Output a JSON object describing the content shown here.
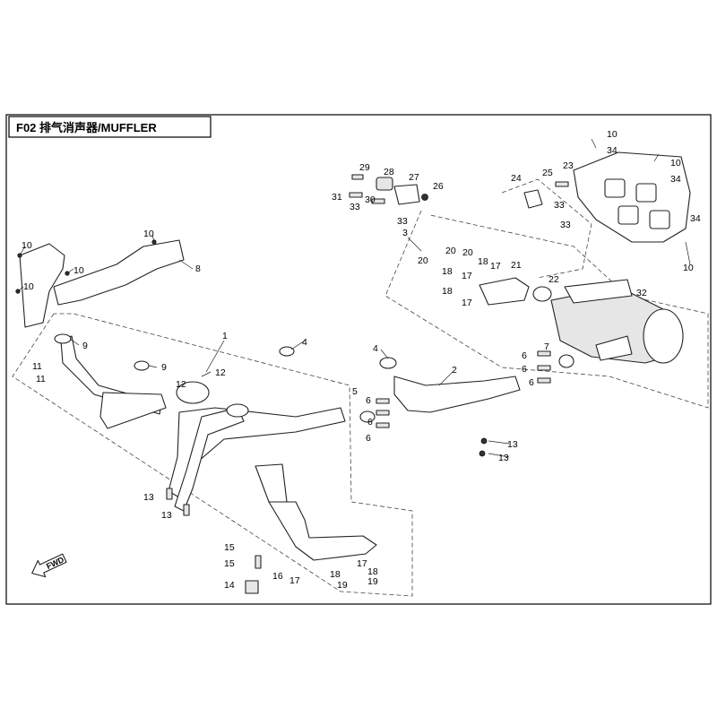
{
  "title": "F02 排气消声器/MUFFLER",
  "fwd_label": "FWD",
  "callouts": {
    "c1": "1",
    "c2": "2",
    "c3": "3",
    "c4a": "4",
    "c4b": "4",
    "c5": "5",
    "c6a": "6",
    "c6b": "6",
    "c6c": "6",
    "c6d": "6",
    "c6e": "6",
    "c6f": "6",
    "c7": "7",
    "c8": "8",
    "c9a": "9",
    "c9b": "9",
    "c10a": "10",
    "c10b": "10",
    "c10c": "10",
    "c10d": "10",
    "c10e": "10",
    "c10f": "10",
    "c11a": "11",
    "c11b": "11",
    "c12a": "12",
    "c12b": "12",
    "c13a": "13",
    "c13b": "13",
    "c13c": "13",
    "c13d": "13",
    "c14": "14",
    "c15a": "15",
    "c15b": "15",
    "c16": "16",
    "c17a": "17",
    "c17b": "17",
    "c17c": "17",
    "c17d": "17",
    "c17e": "17",
    "c18a": "18",
    "c18b": "18",
    "c18c": "18",
    "c18d": "18",
    "c18e": "18",
    "c19a": "19",
    "c19b": "19",
    "c20a": "20",
    "c20b": "20",
    "c20c": "20",
    "c21": "21",
    "c22": "22",
    "c23": "23",
    "c24": "24",
    "c25": "25",
    "c26": "26",
    "c27": "27",
    "c28": "28",
    "c29": "29",
    "c30": "30",
    "c31": "31",
    "c32": "32",
    "c33a": "33",
    "c33b": "33",
    "c33c": "33",
    "c33d": "33",
    "c34a": "34",
    "c34b": "34",
    "c34c": "34"
  }
}
